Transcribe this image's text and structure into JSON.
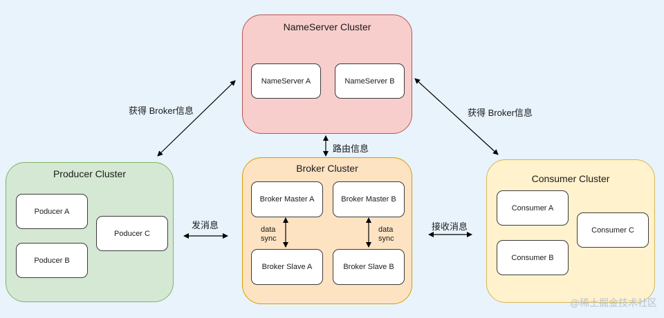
{
  "nameserver_cluster": {
    "title": "NameServer Cluster",
    "nodes": [
      "NameServer A",
      "NameServer B"
    ]
  },
  "producer_cluster": {
    "title": "Producer Cluster",
    "nodes": [
      "Poducer A",
      "Poducer B",
      "Poducer C"
    ]
  },
  "broker_cluster": {
    "title": "Broker Cluster",
    "nodes": [
      "Broker Master A",
      "Broker Master B",
      "Broker Slave A",
      "Broker Slave B"
    ],
    "sync_label_line1": "data",
    "sync_label_line2": "sync"
  },
  "consumer_cluster": {
    "title": "Consumer Cluster",
    "nodes": [
      "Consumer A",
      "Consumer  B",
      "Consumer C"
    ]
  },
  "edge_labels": {
    "producer_nameserver": "获得 Broker信息",
    "consumer_nameserver": "获得 Broker信息",
    "broker_nameserver": "路由信息",
    "producer_broker": "发消息",
    "broker_consumer": "接收消息"
  },
  "watermark": "@稀土掘金技术社区",
  "colors": {
    "background": "#e8f3fb",
    "nameserver_fill": "#f8cecc",
    "broker_fill": "#fde3c2",
    "producer_fill": "#d5e8d4",
    "consumer_fill": "#fff2cc",
    "arrow": "#000000"
  }
}
